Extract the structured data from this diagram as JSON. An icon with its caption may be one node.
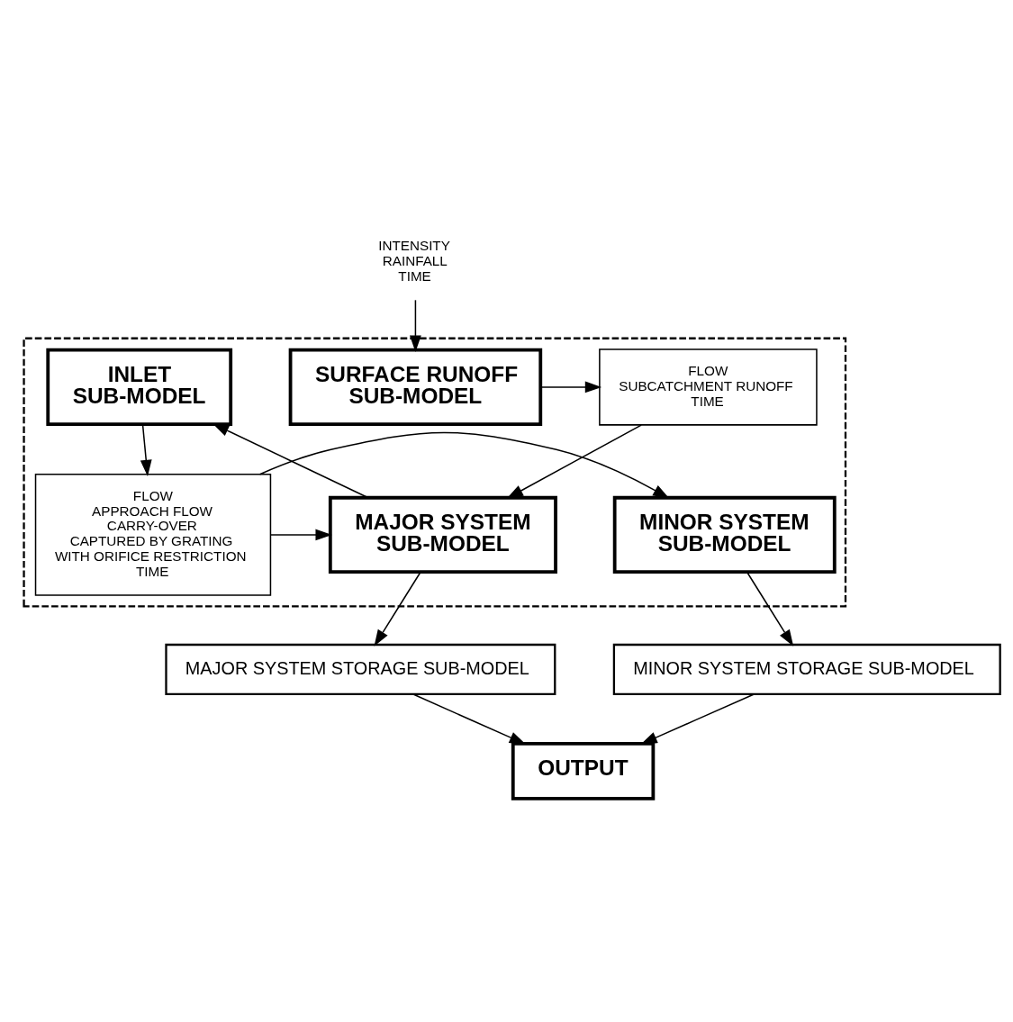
{
  "diagram": {
    "nodes": [
      {
        "text": [],
        "shape": "box"
      },
      {
        "text": [
          "INTENSITY",
          "RAINFALL",
          "TIME"
        ]
      },
      {
        "text": [
          "FLOW",
          "SUBCATCHMENT RUNOFF",
          "TIME"
        ],
        "in": 0
      },
      {
        "text": [
          "SURFACE RUNOFF SUB-MODEL"
        ],
        "in": 0
      },
      {
        "text": [
          "INLET SUB-MODEL"
        ],
        "in": 0
      },
      {
        "text": [
          "MAJOR SYSTEM SUB-MODEL"
        ],
        "in": 0
      },
      {
        "text": [
          "FLOW",
          "APPROACH FLOW",
          "CARRY-OVER",
          "CAPTURED BY GRATING",
          "WITH ORIFICE RESTRICTION",
          "TIME"
        ],
        "in": 0
      },
      {
        "text": [
          "MINOR SYSTEM SUB-MODEL"
        ],
        "in": 0
      },
      {
        "text": [
          "MAJOR SYSTEM STORAGE SUB-MODEL"
        ]
      },
      {
        "text": [
          "MINOR SYSTEM STORAGE SUB-MODEL"
        ]
      },
      {
        "text": [
          "OUTPUT"
        ]
      }
    ],
    "edges": [
      {
        "from": 1,
        "to": 3,
        "arrow": "to"
      },
      {
        "from": 3,
        "to": 2,
        "arrow": "to"
      },
      {
        "from": 2,
        "to": 5,
        "arrow": "to"
      },
      {
        "from": 5,
        "to": 4,
        "arrow": "to"
      },
      {
        "from": 4,
        "to": 6,
        "arrow": "to"
      },
      {
        "from": 6,
        "to": 5,
        "arrow": "to"
      },
      {
        "from": 6,
        "to": 7,
        "arrow": "to"
      },
      {
        "from": 5,
        "to": 8,
        "arrow": "to"
      },
      {
        "from": 7,
        "to": 9,
        "arrow": "to"
      },
      {
        "from": 8,
        "to": 10,
        "arrow": "to"
      },
      {
        "from": 9,
        "to": 10,
        "arrow": "to"
      }
    ]
  }
}
